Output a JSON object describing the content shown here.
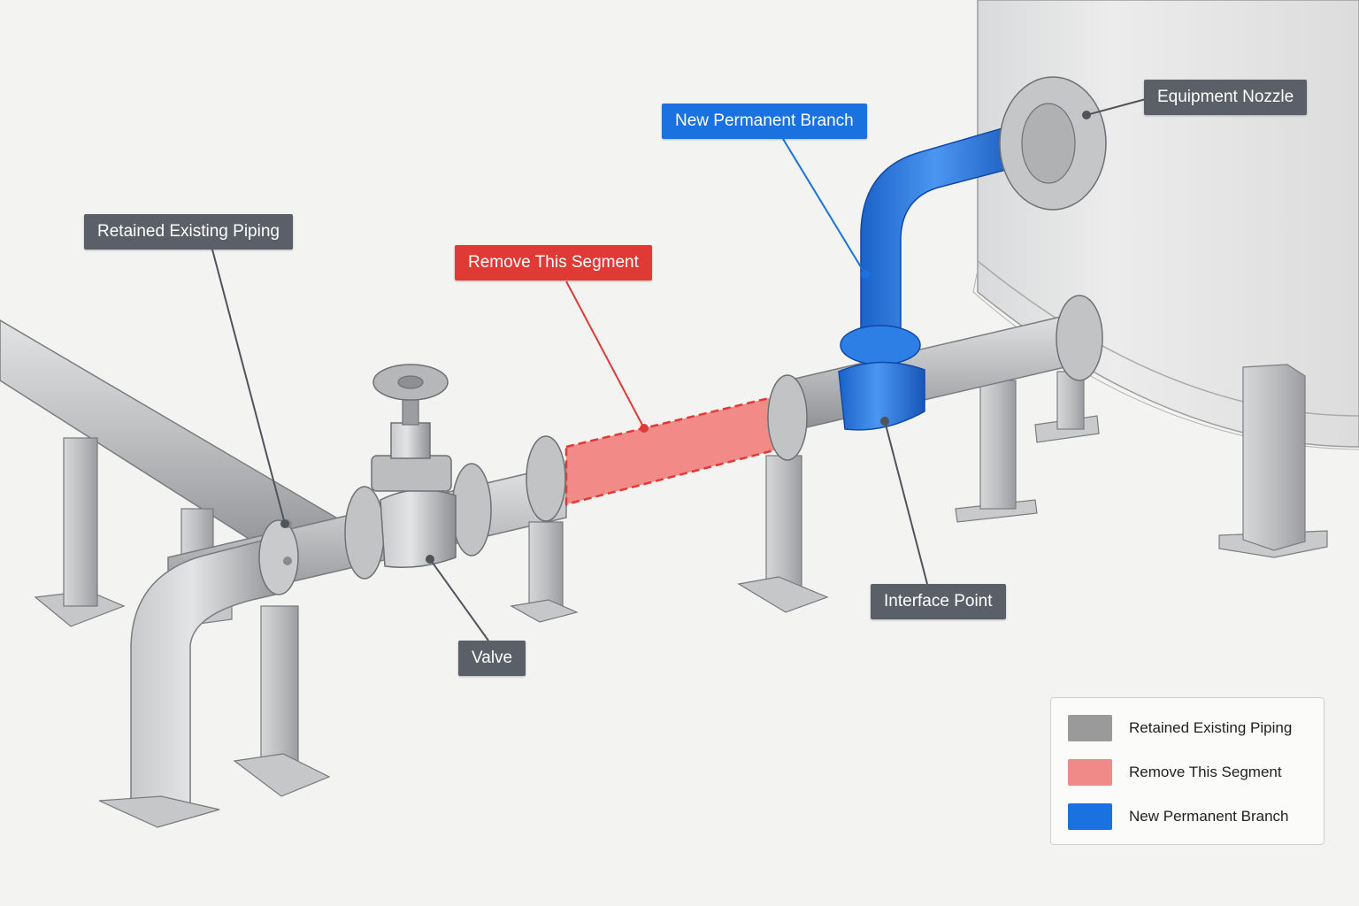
{
  "callouts": {
    "retained": "Retained Existing Piping",
    "remove": "Remove This Segment",
    "new_branch": "New Permanent Branch",
    "nozzle": "Equipment Nozzle",
    "interface": "Interface Point",
    "valve": "Valve"
  },
  "legend": {
    "items": [
      {
        "label": "Retained Existing Piping",
        "color": "#9a9a9a"
      },
      {
        "label": "Remove This Segment",
        "color": "#f08a89"
      },
      {
        "label": "New Permanent Branch",
        "color": "#1a72e0"
      }
    ]
  },
  "colors": {
    "retained": "#b8b9ba",
    "remove": "#f27e7b",
    "new_branch": "#2d7fe6",
    "callout_gray": "#5b6068",
    "callout_red": "#e03a37",
    "callout_blue": "#1a72e0"
  }
}
